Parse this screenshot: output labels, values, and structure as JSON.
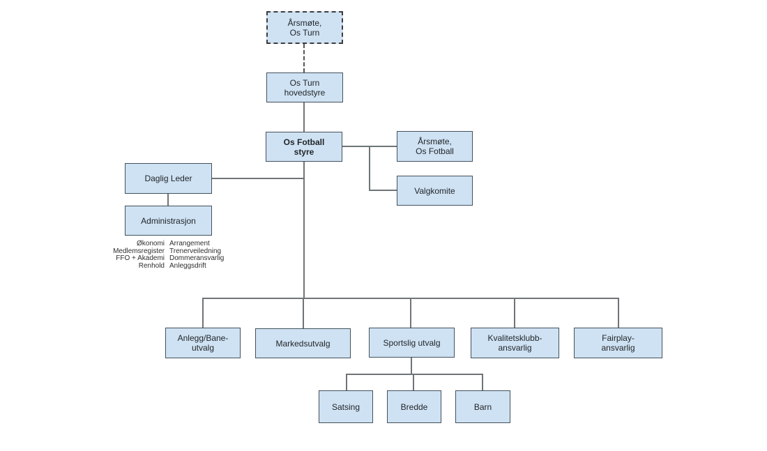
{
  "colors": {
    "background": "#ffffff",
    "box_fill": "#cfe2f3",
    "box_border": "#42505a",
    "dashed_border": "#3c3c3c",
    "connector": "#6e7478",
    "text": "#212529"
  },
  "nodes": {
    "arsmote_os_turn": {
      "label": "Årsmøte,\nOs Turn",
      "style": "dashed"
    },
    "os_turn_hovedstyre": {
      "label": "Os Turn\nhovedstyre"
    },
    "os_fotball_styre": {
      "label": "Os Fotball\nstyre",
      "emphasis": "bold"
    },
    "arsmote_os_fotball": {
      "label": "Årsmøte,\nOs Fotball"
    },
    "valgkomite": {
      "label": "Valgkomite"
    },
    "daglig_leder": {
      "label": "Daglig Leder"
    },
    "administrasjon": {
      "label": "Administrasjon"
    },
    "anlegg_bane_utvalg": {
      "label": "Anlegg/Bane-\nutvalg"
    },
    "markedsutvalg": {
      "label": "Markedsutvalg"
    },
    "sportslig_utvalg": {
      "label": "Sportslig utvalg"
    },
    "kvalitetsklubb_ansvarlig": {
      "label": "Kvalitetsklubb-\nansvarlig"
    },
    "fairplay_ansvarlig": {
      "label": "Fairplay-\nansvarlig"
    },
    "satsing": {
      "label": "Satsing"
    },
    "bredde": {
      "label": "Bredde"
    },
    "barn": {
      "label": "Barn"
    }
  },
  "admin_areas": [
    {
      "left": "Økonomi",
      "right": "Arrangement"
    },
    {
      "left": "Medlemsregister",
      "right": "Trenerveiledning"
    },
    {
      "left": "FFO + Akademi",
      "right": "Dommeransvarlig"
    },
    {
      "left": "Renhold",
      "right": "Anleggsdrift"
    }
  ],
  "edges": [
    {
      "from": "arsmote_os_turn",
      "to": "os_turn_hovedstyre",
      "style": "dashed"
    },
    {
      "from": "os_turn_hovedstyre",
      "to": "os_fotball_styre"
    },
    {
      "from": "os_fotball_styre",
      "to": "arsmote_os_fotball"
    },
    {
      "from": "os_fotball_styre",
      "to": "valgkomite"
    },
    {
      "from": "os_fotball_styre",
      "to": "daglig_leder"
    },
    {
      "from": "daglig_leder",
      "to": "administrasjon"
    },
    {
      "from": "os_fotball_styre",
      "to": "anlegg_bane_utvalg"
    },
    {
      "from": "os_fotball_styre",
      "to": "markedsutvalg"
    },
    {
      "from": "os_fotball_styre",
      "to": "sportslig_utvalg"
    },
    {
      "from": "os_fotball_styre",
      "to": "kvalitetsklubb_ansvarlig"
    },
    {
      "from": "os_fotball_styre",
      "to": "fairplay_ansvarlig"
    },
    {
      "from": "sportslig_utvalg",
      "to": "satsing"
    },
    {
      "from": "sportslig_utvalg",
      "to": "bredde"
    },
    {
      "from": "sportslig_utvalg",
      "to": "barn"
    }
  ]
}
